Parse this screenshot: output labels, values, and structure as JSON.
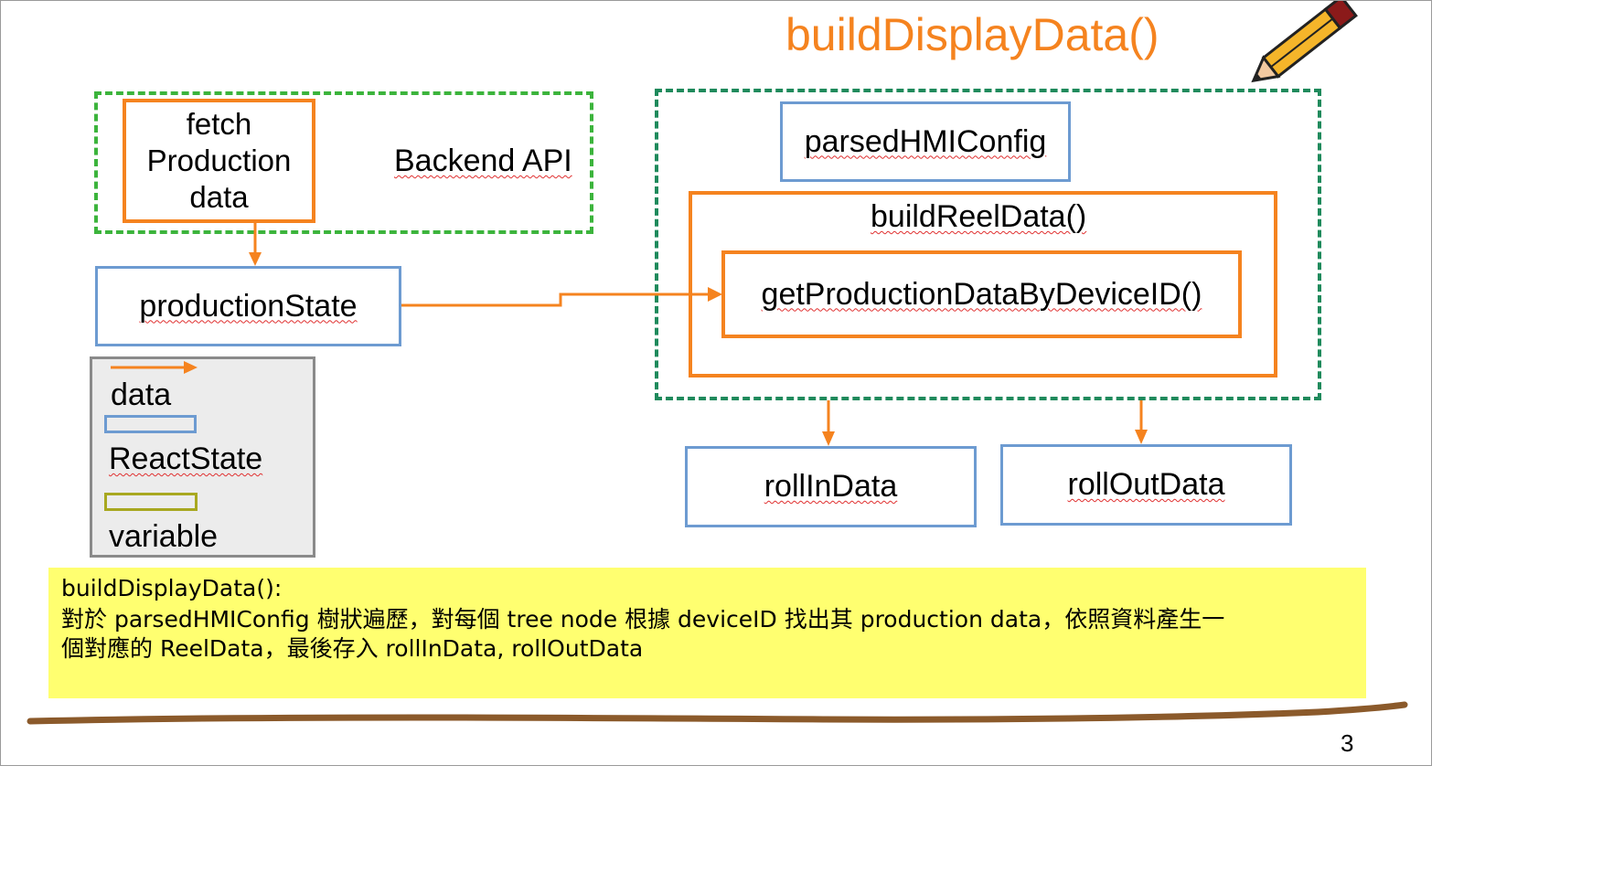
{
  "title": "buildDisplayData()",
  "left_group": {
    "fetch_box": "fetch\nProduction\ndata",
    "backend_label": "Backend API"
  },
  "production_state": "productionState",
  "right_group": {
    "parsed_config": "parsedHMIConfig",
    "build_reel": "buildReelData()",
    "get_production": "getProductionDataByDeviceID()"
  },
  "outputs": {
    "roll_in": "rollInData",
    "roll_out": "rollOutData"
  },
  "legend": {
    "data_label": "data",
    "react_state_label": "ReactState",
    "variable_label": "variable"
  },
  "note": {
    "line1": "buildDisplayData():",
    "line2": "對於 parsedHMIConfig 樹狀遍歷，對每個 tree node 根據 deviceID 找出其 production data，依照資料產生一",
    "line3": "個對應的 ReelData，最後存入 rollInData, rollOutData"
  },
  "page_number": "3",
  "colors": {
    "orange": "#f5831f",
    "blue": "#6d9bd1",
    "green_dash": "#3cb43c",
    "teal_dash": "#1f8a5c",
    "olive": "#a8a820",
    "note_bg": "#ffff70",
    "brown_line": "#8b5a2b"
  }
}
